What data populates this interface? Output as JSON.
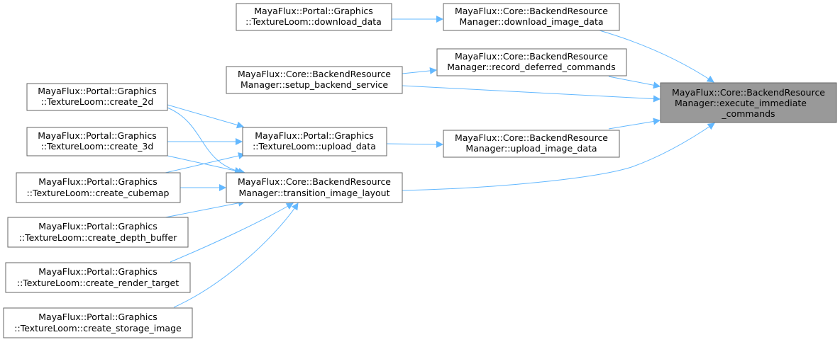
{
  "graph": {
    "accent_color": "#63b8ff",
    "target_color": "#999999",
    "nodes": {
      "execute_immediate_commands": [
        "MayaFlux::Core::BackendResource",
        "Manager::execute_immediate",
        "_commands"
      ],
      "download_data": [
        "MayaFlux::Portal::Graphics",
        "::TextureLoom::download_data"
      ],
      "download_image_data": [
        "MayaFlux::Core::BackendResource",
        "Manager::download_image_data"
      ],
      "record_deferred_commands": [
        "MayaFlux::Core::BackendResource",
        "Manager::record_deferred_commands"
      ],
      "setup_backend_service": [
        "MayaFlux::Core::BackendResource",
        "Manager::setup_backend_service"
      ],
      "upload_data": [
        "MayaFlux::Portal::Graphics",
        "::TextureLoom::upload_data"
      ],
      "upload_image_data": [
        "MayaFlux::Core::BackendResource",
        "Manager::upload_image_data"
      ],
      "transition_image_layout": [
        "MayaFlux::Core::BackendResource",
        "Manager::transition_image_layout"
      ],
      "create_2d": [
        "MayaFlux::Portal::Graphics",
        "::TextureLoom::create_2d"
      ],
      "create_3d": [
        "MayaFlux::Portal::Graphics",
        "::TextureLoom::create_3d"
      ],
      "create_cubemap": [
        "MayaFlux::Portal::Graphics",
        "::TextureLoom::create_cubemap"
      ],
      "create_depth_buffer": [
        "MayaFlux::Portal::Graphics",
        "::TextureLoom::create_depth_buffer"
      ],
      "create_render_target": [
        "MayaFlux::Portal::Graphics",
        "::TextureLoom::create_render_target"
      ],
      "create_storage_image": [
        "MayaFlux::Portal::Graphics",
        "::TextureLoom::create_storage_image"
      ]
    }
  }
}
